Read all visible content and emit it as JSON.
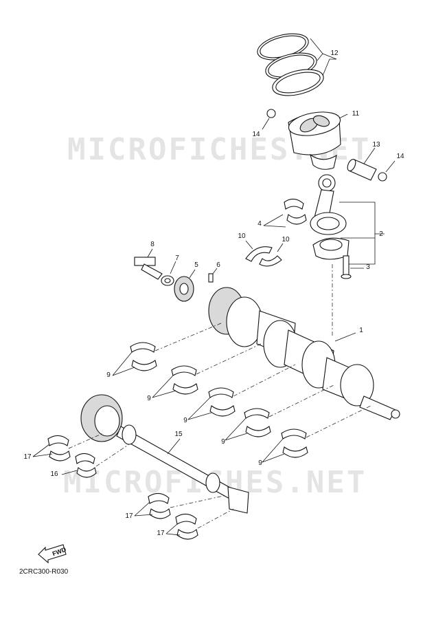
{
  "watermarks": [
    "MICROFICHES.NET",
    "MICROFICHES.NET"
  ],
  "callouts": [
    {
      "id": "c1",
      "text": "1"
    },
    {
      "id": "c2",
      "text": "2"
    },
    {
      "id": "c3",
      "text": "3"
    },
    {
      "id": "c4",
      "text": "4"
    },
    {
      "id": "c5",
      "text": "5"
    },
    {
      "id": "c6",
      "text": "6"
    },
    {
      "id": "c7",
      "text": "7"
    },
    {
      "id": "c8",
      "text": "8"
    },
    {
      "id": "c9a",
      "text": "9"
    },
    {
      "id": "c9b",
      "text": "9"
    },
    {
      "id": "c9c",
      "text": "9"
    },
    {
      "id": "c9d",
      "text": "9"
    },
    {
      "id": "c9e",
      "text": "9"
    },
    {
      "id": "c10a",
      "text": "10"
    },
    {
      "id": "c10b",
      "text": "10"
    },
    {
      "id": "c11",
      "text": "11"
    },
    {
      "id": "c12",
      "text": "12"
    },
    {
      "id": "c13",
      "text": "13"
    },
    {
      "id": "c14a",
      "text": "14"
    },
    {
      "id": "c14b",
      "text": "14"
    },
    {
      "id": "c15",
      "text": "15"
    },
    {
      "id": "c16",
      "text": "16"
    },
    {
      "id": "c17a",
      "text": "17"
    },
    {
      "id": "c17b",
      "text": "17"
    },
    {
      "id": "c17c",
      "text": "17"
    }
  ],
  "fwd_label": "FWD",
  "diagram_code": "2CRC300-R030"
}
